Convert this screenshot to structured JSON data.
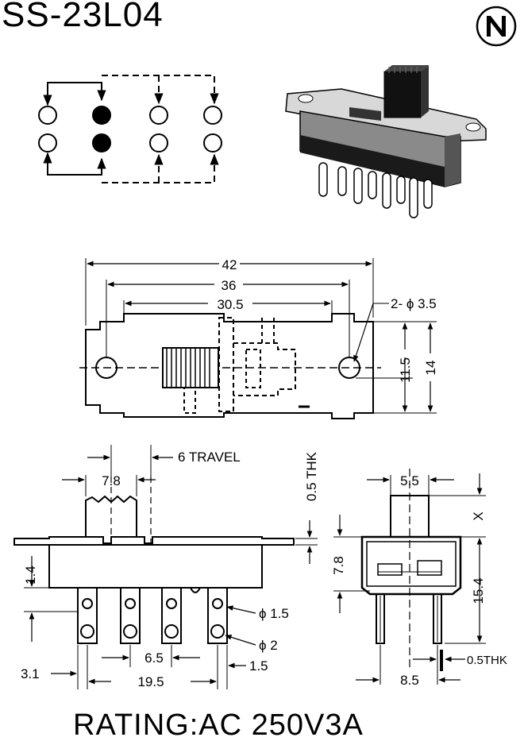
{
  "header": {
    "title": "SS-23L04"
  },
  "footer": {
    "rating": "RATING:AC 250V3A"
  },
  "top_view": {
    "overall_width": "42",
    "hole_pitch": "36",
    "body_width": "30.5",
    "hole_note": "2- ϕ 3.5",
    "hole_height": "11.5",
    "overall_height": "14"
  },
  "front_view": {
    "travel": "6 TRAVEL",
    "actuator_width": "7.8",
    "plate_thickness": "0.5 THK",
    "plate_drop": "1.4",
    "pin_hole_upper": "ϕ 1.5",
    "pin_hole_lower": "ϕ 2",
    "pin_pitch": "6.5",
    "pin_width": "1.5",
    "edge_offset": "3.1",
    "pin_span": "19.5"
  },
  "side_view": {
    "actuator_width": "5.5",
    "actuator_height": "X",
    "body_height_upper": "7.8",
    "body_height_total": "15.4",
    "pin_thickness": "0.5THK",
    "pin_spacing": "8.5"
  },
  "colors": {
    "ink": "#000000",
    "paper": "#ffffff",
    "body_gray": "#8a8a8a"
  }
}
